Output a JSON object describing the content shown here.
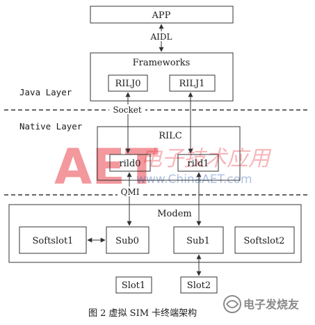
{
  "layers": {
    "java": "Java Layer",
    "native": "Native Layer"
  },
  "boxes": {
    "app": "APP",
    "frameworks": "Frameworks",
    "rilj0": "RILJ0",
    "rilj1": "RILJ1",
    "rilc": "RILC",
    "rild0": "rild0",
    "rild1": "rild1",
    "modem": "Modem",
    "softslot1": "Softslot1",
    "sub0": "Sub0",
    "sub1": "Sub1",
    "softslot2": "Softslot2",
    "slot1": "Slot1",
    "slot2": "Slot2"
  },
  "connectors": {
    "aidl": "AIDL",
    "socket": "Socket",
    "qmi": "QMI"
  },
  "caption": "图 2   虚拟 SIM 卡终端架构",
  "watermark": {
    "logo": "AET",
    "chinese": "电子技术应用",
    "url": "www.ChinaAET.com",
    "corner": "电子发烧友",
    "colors": {
      "red": "#e8323c",
      "blue": "#2c5fb3"
    }
  }
}
